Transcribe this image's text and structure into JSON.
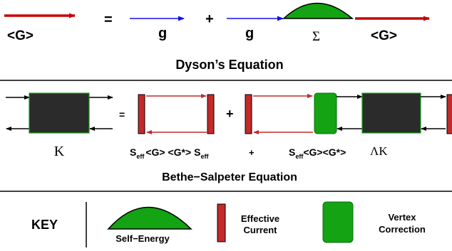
{
  "colors": {
    "red": "#c80000",
    "blue": "#1010ee",
    "green": "#13a313",
    "dark_green": "#0a6d0a",
    "box_gray": "#2b2b2b",
    "current_red": "#c42a2a"
  },
  "dyson": {
    "title": "Dyson’s Equation",
    "lhs": "<G>",
    "equals": "=",
    "g1": "g",
    "plus": "+",
    "g2": "g",
    "sigma": "Σ",
    "rhs": "<G>"
  },
  "bethe": {
    "title": "Bethe−Salpeter Equation",
    "kappa": "K",
    "equals": "=",
    "plus_top": "+",
    "plus_bottom": "+",
    "term1_s1": "S",
    "term1_sub1": "eff",
    "term1_mid": "<G> <G*>",
    "term1_s2": "S",
    "term1_sub2": "eff",
    "term2_s": "S",
    "term2_sub": "eff",
    "term2_rest": "<G><G*>",
    "lambda_kappa": "ΛK"
  },
  "key": {
    "title": "KEY",
    "self_energy": "Self−Energy",
    "effective_l1": "Effective",
    "effective_l2": "Current",
    "vertex_l1": "Vertex",
    "vertex_l2": "Correction"
  }
}
